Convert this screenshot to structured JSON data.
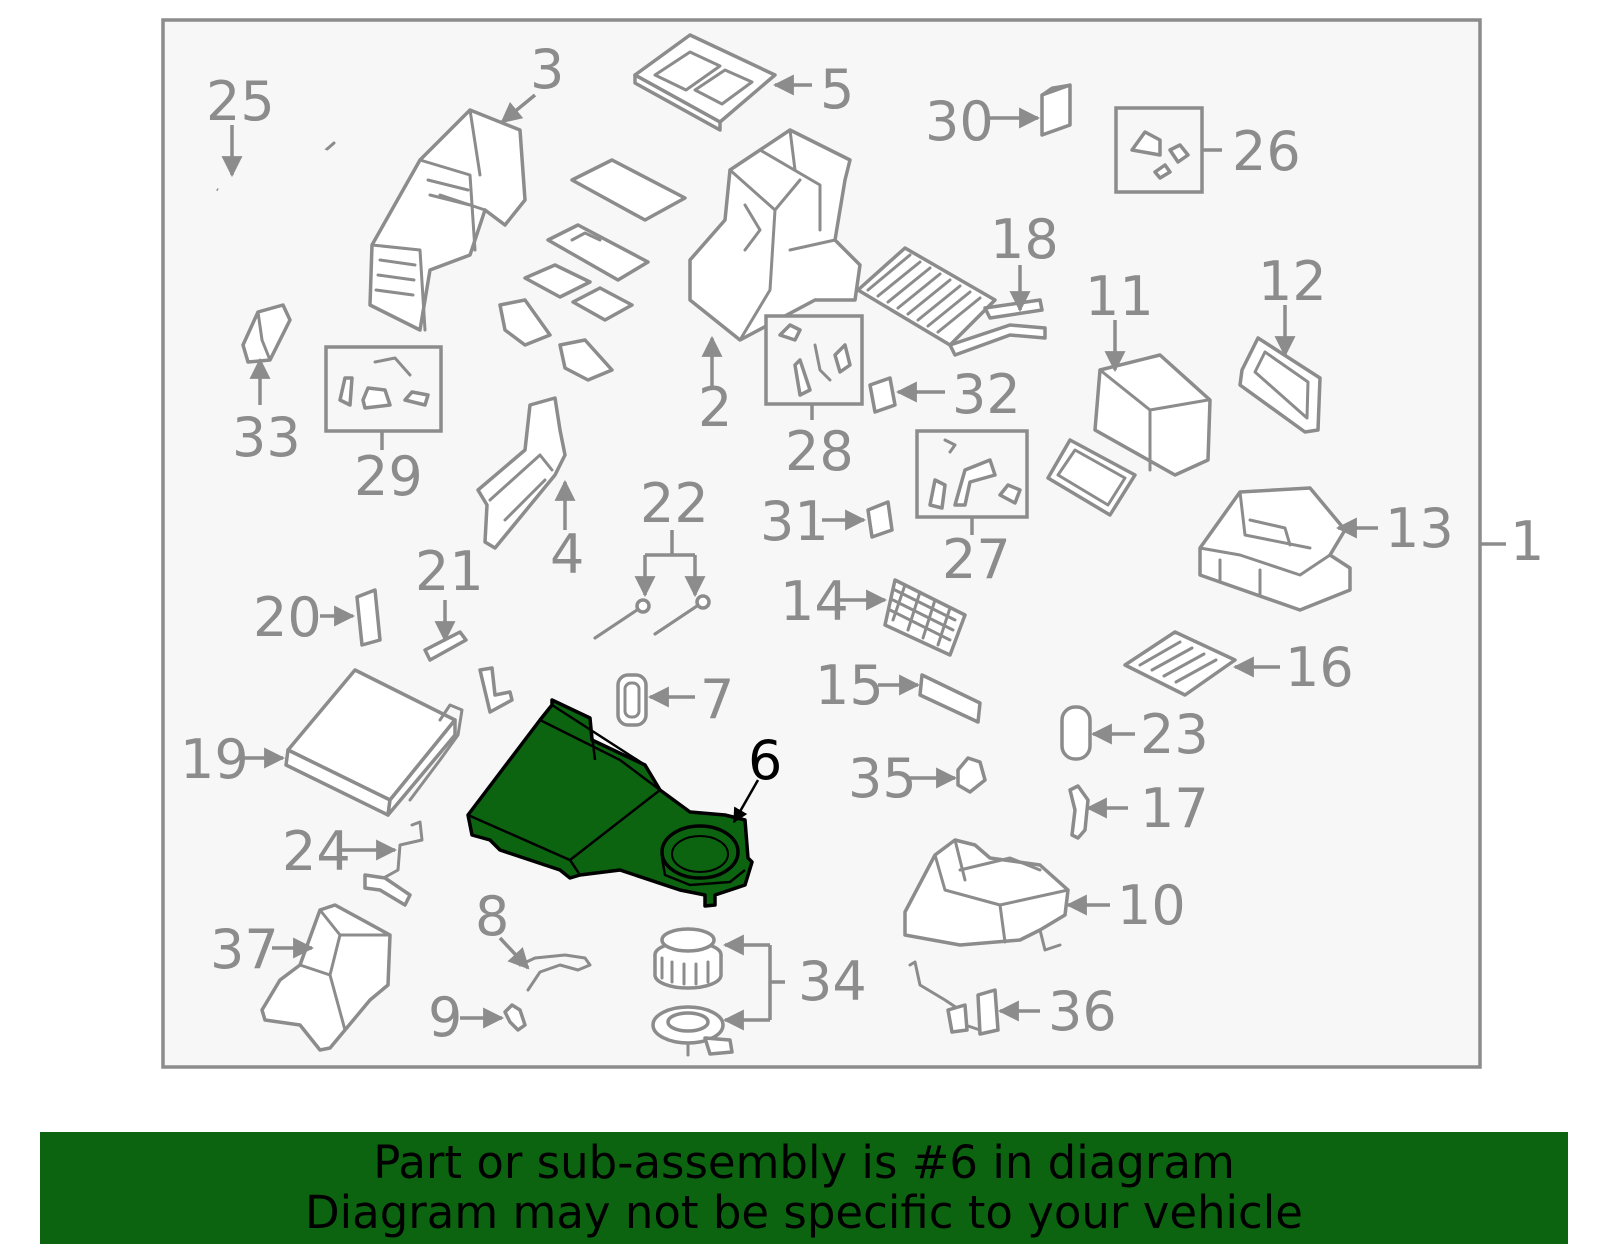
{
  "diagram": {
    "highlighted_part": "6",
    "callouts": [
      "1",
      "2",
      "3",
      "4",
      "5",
      "6",
      "7",
      "8",
      "9",
      "10",
      "11",
      "12",
      "13",
      "14",
      "15",
      "16",
      "17",
      "18",
      "19",
      "20",
      "21",
      "22",
      "23",
      "24",
      "25",
      "26",
      "27",
      "28",
      "29",
      "30",
      "31",
      "32",
      "33",
      "34",
      "35",
      "36",
      "37"
    ]
  },
  "banner": {
    "line1": "Part or sub-assembly is #6 in diagram",
    "line2": "Diagram may not be specific to your vehicle"
  },
  "colors": {
    "highlight": "#0d6410",
    "banner": "#0d6410",
    "frame_fill": "#f7f7f7",
    "line": "#8c8c8c"
  }
}
